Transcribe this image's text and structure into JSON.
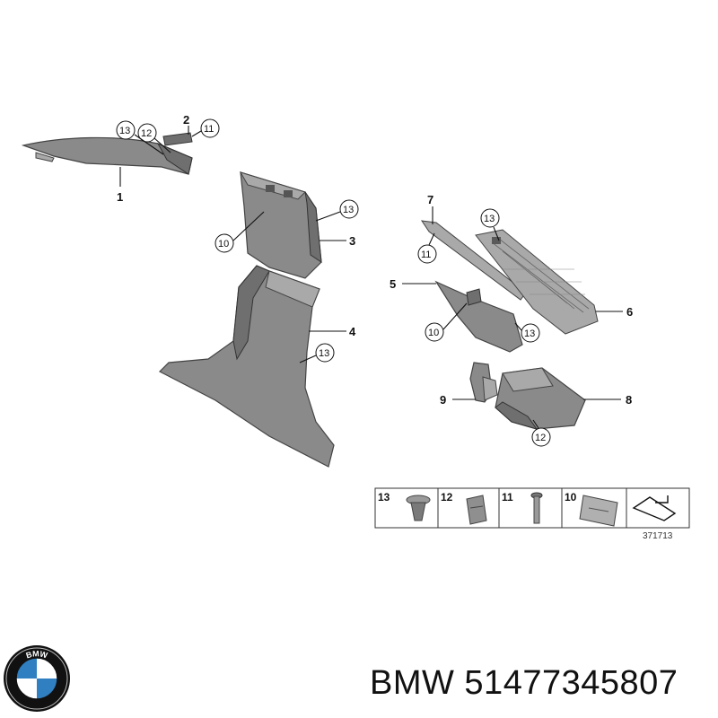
{
  "labels": {
    "p1": "1",
    "p2": "2",
    "p3": "3",
    "p4": "4",
    "p5": "5",
    "p6": "6",
    "p7": "7",
    "p8": "8",
    "p9": "9"
  },
  "callouts": {
    "c10": "10",
    "c11": "11",
    "c12": "12",
    "c13": "13"
  },
  "legend": {
    "items": [
      "13",
      "12",
      "11",
      "10"
    ],
    "code": "371713"
  },
  "brand": {
    "logo_text": "BMW",
    "caption": "BMW 51477345807"
  },
  "colors": {
    "part_gray": "#8a8a8a",
    "logo_blue": "#2f7fc1"
  }
}
